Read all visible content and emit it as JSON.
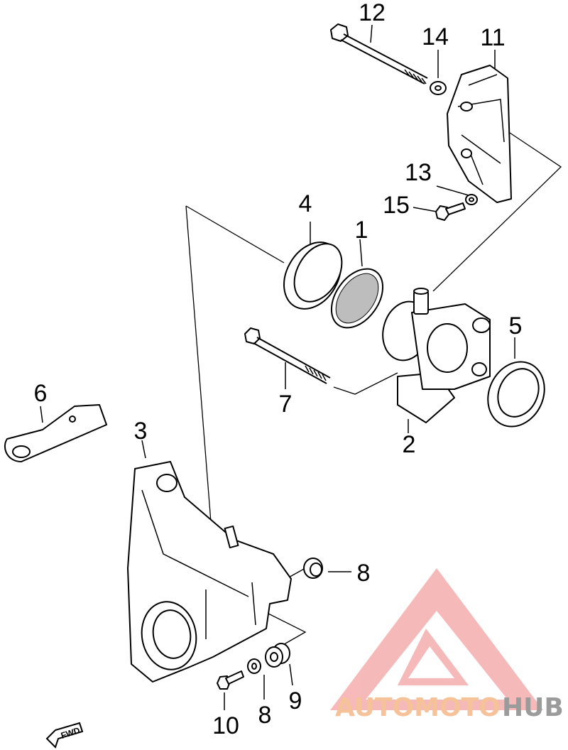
{
  "labels": {
    "p1": "1",
    "p2": "2",
    "p3": "3",
    "p4": "4",
    "p5": "5",
    "p6": "6",
    "p7": "7",
    "p8a": "8",
    "p8b": "8",
    "p9": "9",
    "p10": "10",
    "p11": "11",
    "p12": "12",
    "p13": "13",
    "p14": "14",
    "p15": "15"
  },
  "direction_tag": "FWD",
  "watermark": {
    "part1": "AUTOMOTO",
    "part2": "HUB",
    "color_auto": "#F5C29A",
    "color_hub": "#9B9B9B",
    "logo_color": "#F08080"
  }
}
